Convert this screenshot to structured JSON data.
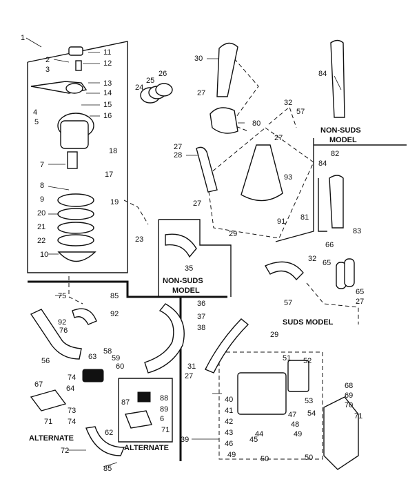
{
  "part_numbers": [
    "1",
    "2",
    "3",
    "4",
    "5",
    "6",
    "7",
    "8",
    "9",
    "10",
    "11",
    "12",
    "13",
    "14",
    "15",
    "16",
    "17",
    "18",
    "19",
    "20",
    "21",
    "22",
    "23",
    "24",
    "25",
    "26",
    "27",
    "28",
    "29",
    "30",
    "31",
    "32",
    "35",
    "36",
    "37",
    "38",
    "39",
    "40",
    "41",
    "42",
    "43",
    "44",
    "45",
    "46",
    "47",
    "48",
    "49",
    "50",
    "51",
    "52",
    "53",
    "54",
    "56",
    "57",
    "58",
    "59",
    "60",
    "62",
    "63",
    "64",
    "65",
    "66",
    "67",
    "68",
    "69",
    "70",
    "71",
    "72",
    "73",
    "74",
    "75",
    "76",
    "80",
    "81",
    "82",
    "83",
    "84",
    "85",
    "87",
    "88",
    "89",
    "91",
    "92",
    "93"
  ],
  "section_labels": {
    "non_suds_model_top": [
      "NON-SUDS",
      "MODEL"
    ],
    "non_suds_model_mid": [
      "NON-SUDS",
      "MODEL"
    ],
    "suds_model": "SUDS MODEL",
    "alternate_left": "ALTERNATE",
    "alternate_right": "ALTERNATE"
  },
  "colors": {
    "line": "#111111",
    "paper": "#ffffff"
  }
}
